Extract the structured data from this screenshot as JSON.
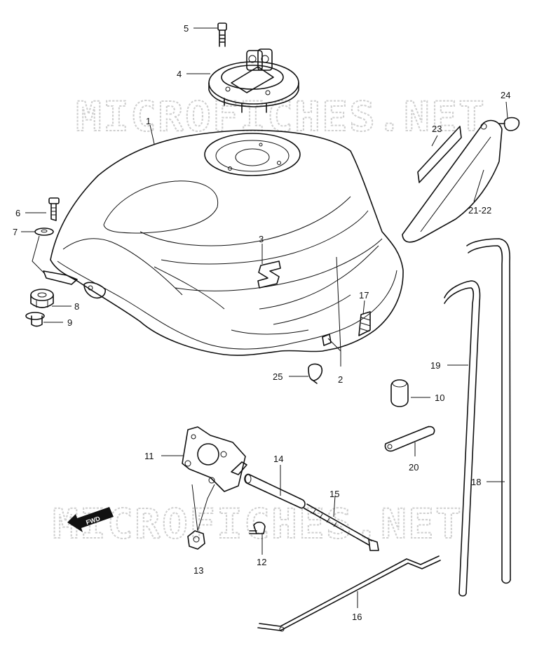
{
  "watermark": {
    "text": "MICROFICHES.NET"
  },
  "fwd_badge": "FWD",
  "callouts": [
    {
      "id": "c1",
      "label": "1"
    },
    {
      "id": "c2",
      "label": "2"
    },
    {
      "id": "c3",
      "label": "3"
    },
    {
      "id": "c4",
      "label": "4"
    },
    {
      "id": "c5",
      "label": "5"
    },
    {
      "id": "c6",
      "label": "6"
    },
    {
      "id": "c7",
      "label": "7"
    },
    {
      "id": "c8",
      "label": "8"
    },
    {
      "id": "c9",
      "label": "9"
    },
    {
      "id": "c10",
      "label": "10"
    },
    {
      "id": "c11",
      "label": "11"
    },
    {
      "id": "c12",
      "label": "12"
    },
    {
      "id": "c13",
      "label": "13"
    },
    {
      "id": "c14",
      "label": "14"
    },
    {
      "id": "c15",
      "label": "15"
    },
    {
      "id": "c16",
      "label": "16"
    },
    {
      "id": "c17",
      "label": "17"
    },
    {
      "id": "c18",
      "label": "18"
    },
    {
      "id": "c19",
      "label": "19"
    },
    {
      "id": "c20",
      "label": "20"
    },
    {
      "id": "c21",
      "label": "21-22"
    },
    {
      "id": "c23",
      "label": "23"
    },
    {
      "id": "c24",
      "label": "24"
    },
    {
      "id": "c25",
      "label": "25"
    }
  ]
}
